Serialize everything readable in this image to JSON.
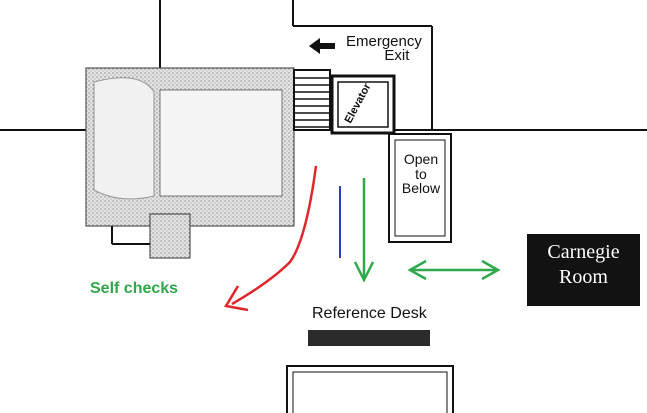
{
  "labels": {
    "emergency_line1": "Emergency",
    "emergency_line2": "Exit",
    "elevator": "Elevator",
    "open_to_below_line1": "Open",
    "open_to_below_line2": "to",
    "open_to_below_line3": "Below",
    "self_checks": "Self checks",
    "reference_desk": "Reference Desk",
    "carnegie_line1": "Carnegie",
    "carnegie_line2": "Room"
  },
  "colors": {
    "wall": "#111111",
    "stipple_fill": "#d6d6d6",
    "self_checks_text": "#2fa84a",
    "red_arrow": "#e0262a",
    "blue_line": "#2b3db8",
    "green_arrow": "#2fa84a",
    "carnegie_box": "#121212",
    "reference_desk_bar": "#2b2b2b"
  },
  "icons": {
    "exit_arrow": "left-arrow-icon",
    "self_checks_route": "curved-arrow-icon",
    "reference_desk_route": "down-arrow-icon",
    "carnegie_route": "double-arrow-icon"
  }
}
